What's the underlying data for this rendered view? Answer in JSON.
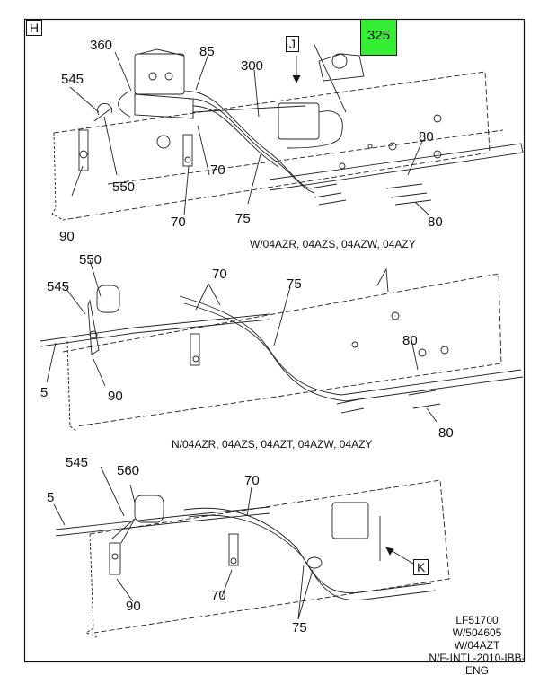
{
  "figure": {
    "sheet_label": "H",
    "view_labels": {
      "j": "J",
      "k": "K"
    },
    "highlighted_callout": {
      "label": "325",
      "color": "#33ee33"
    },
    "panels": [
      {
        "id": "top",
        "caption": "W/04AZR, 04AZS, 04AZW, 04AZY",
        "callouts": [
          "360",
          "85",
          "300",
          "545",
          "550",
          "90",
          "70",
          "70",
          "75",
          "80",
          "80"
        ]
      },
      {
        "id": "middle",
        "caption": "N/04AZR, 04AZS, 04AZT, 04AZW, 04AZY",
        "callouts": [
          "550",
          "545",
          "70",
          "75",
          "5",
          "90",
          "80",
          "80"
        ]
      },
      {
        "id": "bottom",
        "caption": "",
        "callouts": [
          "545",
          "560",
          "5",
          "70",
          "70",
          "90",
          "75"
        ]
      }
    ],
    "reference_block": [
      "LF51700",
      "W/504605",
      "W/04AZT",
      "N/F-INTL-2010-IBB-ENG"
    ]
  },
  "colors": {
    "line": "#111111",
    "highlight": "#33ee33",
    "background": "#ffffff"
  }
}
